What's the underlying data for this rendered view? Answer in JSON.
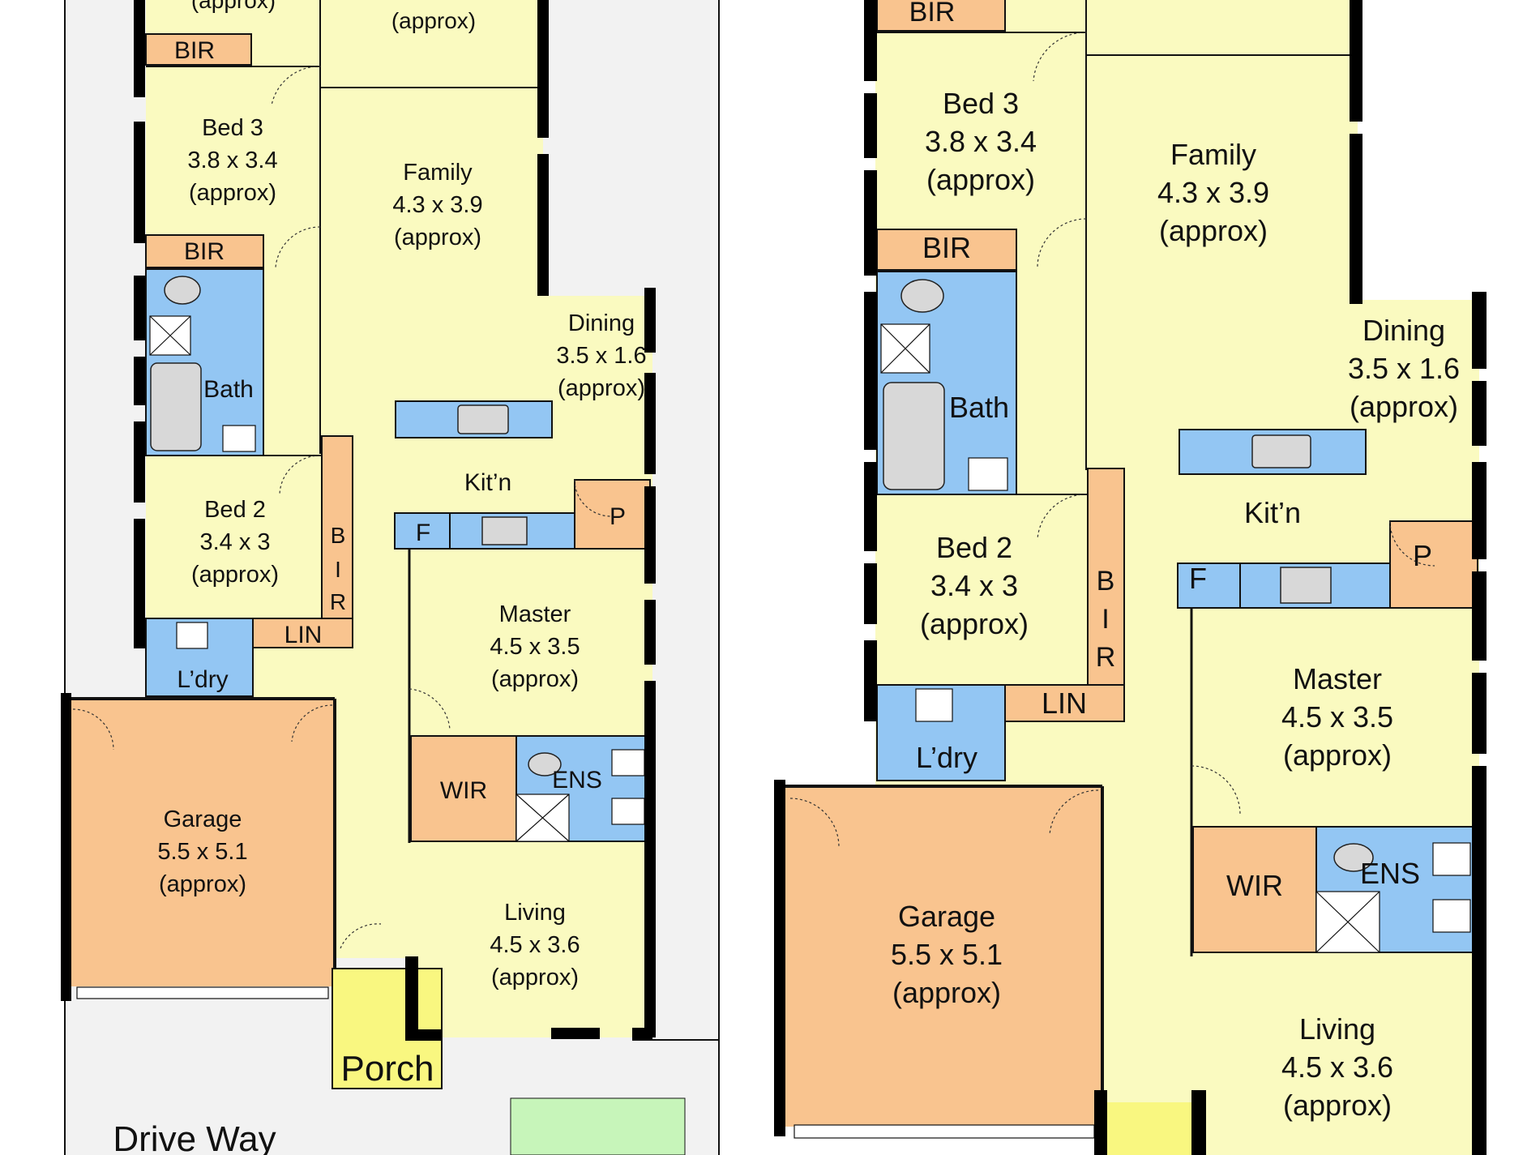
{
  "left_plan": {
    "top_cut_label": "(approx)",
    "top_right_label": "(approx)",
    "bir_top": "BIR",
    "bed3": {
      "name": "Bed 3",
      "size": "3.8 x 3.4",
      "approx": "(approx)"
    },
    "bir_mid": "BIR",
    "bath": "Bath",
    "family": {
      "name": "Family",
      "size": "4.3 x 3.9",
      "approx": "(approx)"
    },
    "dining": {
      "name": "Dining",
      "size": "3.5 x 1.6",
      "approx": "(approx)"
    },
    "kitchen": "Kit’n",
    "pantry": "P",
    "fridge": "F",
    "bed2": {
      "name": "Bed 2",
      "size": "3.4 x 3",
      "approx": "(approx)"
    },
    "bir_vertical": [
      "B",
      "I",
      "R"
    ],
    "lin": "LIN",
    "laundry": "L’dry",
    "master": {
      "name": "Master",
      "size": "4.5 x 3.5",
      "approx": "(approx)"
    },
    "wir": "WIR",
    "ens": "ENS",
    "garage": {
      "name": "Garage",
      "size": "5.5 x 5.1",
      "approx": "(approx)"
    },
    "living": {
      "name": "Living",
      "size": "4.5 x 3.6",
      "approx": "(approx)"
    },
    "porch": "Porch",
    "driveway": "Drive Way"
  },
  "right_plan": {
    "bir_top": "BIR",
    "bed3": {
      "name": "Bed 3",
      "size": "3.8 x 3.4",
      "approx": "(approx)"
    },
    "family": {
      "name": "Family",
      "size": "4.3 x 3.9",
      "approx": "(approx)"
    },
    "bir_mid": "BIR",
    "bath": "Bath",
    "dining": {
      "name": "Dining",
      "size": "3.5 x 1.6",
      "approx": "(approx)"
    },
    "kitchen": "Kit’n",
    "pantry": "P",
    "fridge": "F",
    "bed2": {
      "name": "Bed 2",
      "size": "3.4 x 3",
      "approx": "(approx)"
    },
    "bir_vertical": [
      "B",
      "I",
      "R"
    ],
    "lin": "LIN",
    "laundry": "L’dry",
    "master": {
      "name": "Master",
      "size": "4.5 x 3.5",
      "approx": "(approx)"
    },
    "wir": "WIR",
    "ens": "ENS",
    "garage": {
      "name": "Garage",
      "size": "5.5 x 5.1",
      "approx": "(approx)"
    },
    "living": {
      "name": "Living",
      "size": "4.5 x 3.6",
      "approx": "(approx)"
    }
  },
  "colors": {
    "room": "#fafac0",
    "storage": "#f9c48f",
    "wet_area": "#93c6f3",
    "porch": "#f9f780",
    "garden": "#c7f5ba"
  }
}
